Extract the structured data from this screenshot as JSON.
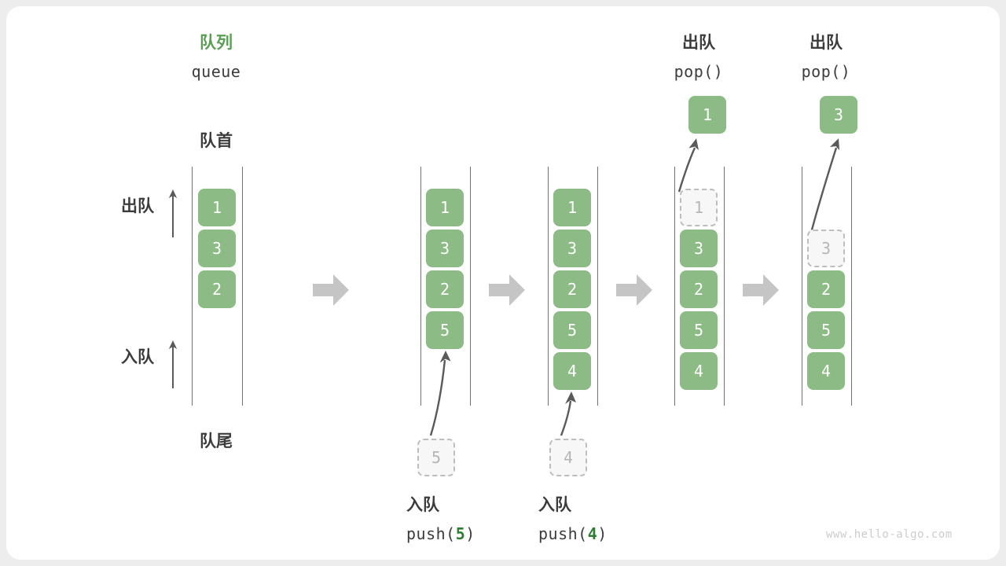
{
  "diagram": {
    "title_cn": "队列",
    "title_en": "queue",
    "front_label": "队首",
    "rear_label": "队尾",
    "dequeue_label": "出队",
    "enqueue_label": "入队",
    "watermark": "www.hello-algo.com",
    "accent_green": "#8cbb85",
    "title_green": "#5a9e53",
    "code_green": "#2f7d32",
    "rail_gray": "#5a5a5a",
    "ghost_gray": "#bdbdbd",
    "block_arrow_gray": "#c5c5c5"
  },
  "stages": [
    {
      "id": "stage-initial",
      "header_cn": "",
      "header_code": "",
      "cells": [
        {
          "value": "1",
          "ghost": false
        },
        {
          "value": "3",
          "ghost": false
        },
        {
          "value": "2",
          "ghost": false
        }
      ],
      "caption_cn": "",
      "caption_code": "",
      "caption_num": "",
      "incoming": {
        "value": "",
        "show": false
      },
      "popped": {
        "value": "",
        "show": false
      }
    },
    {
      "id": "stage-push-5",
      "header_cn": "",
      "header_code": "",
      "cells": [
        {
          "value": "1",
          "ghost": false
        },
        {
          "value": "3",
          "ghost": false
        },
        {
          "value": "2",
          "ghost": false
        },
        {
          "value": "5",
          "ghost": false
        }
      ],
      "caption_cn": "入队",
      "caption_code_prefix": "push(",
      "caption_num": "5",
      "caption_code_suffix": ")",
      "incoming": {
        "value": "5",
        "show": true
      },
      "popped": {
        "value": "",
        "show": false
      }
    },
    {
      "id": "stage-push-4",
      "header_cn": "",
      "header_code": "",
      "cells": [
        {
          "value": "1",
          "ghost": false
        },
        {
          "value": "3",
          "ghost": false
        },
        {
          "value": "2",
          "ghost": false
        },
        {
          "value": "5",
          "ghost": false
        },
        {
          "value": "4",
          "ghost": false
        }
      ],
      "caption_cn": "入队",
      "caption_code_prefix": "push(",
      "caption_num": "4",
      "caption_code_suffix": ")",
      "incoming": {
        "value": "4",
        "show": true
      },
      "popped": {
        "value": "",
        "show": false
      }
    },
    {
      "id": "stage-pop-1",
      "header_cn": "出队",
      "header_code": "pop()",
      "cells": [
        {
          "value": "1",
          "ghost": true
        },
        {
          "value": "3",
          "ghost": false
        },
        {
          "value": "2",
          "ghost": false
        },
        {
          "value": "5",
          "ghost": false
        },
        {
          "value": "4",
          "ghost": false
        }
      ],
      "caption_cn": "",
      "caption_code": "",
      "incoming": {
        "value": "",
        "show": false
      },
      "popped": {
        "value": "1",
        "show": true
      }
    },
    {
      "id": "stage-pop-3",
      "header_cn": "出队",
      "header_code": "pop()",
      "cells": [
        {
          "value": "3",
          "ghost": true
        },
        {
          "value": "2",
          "ghost": false
        },
        {
          "value": "5",
          "ghost": false
        },
        {
          "value": "4",
          "ghost": false
        }
      ],
      "caption_cn": "",
      "caption_code": "",
      "incoming": {
        "value": "",
        "show": false
      },
      "popped": {
        "value": "3",
        "show": true
      }
    }
  ]
}
